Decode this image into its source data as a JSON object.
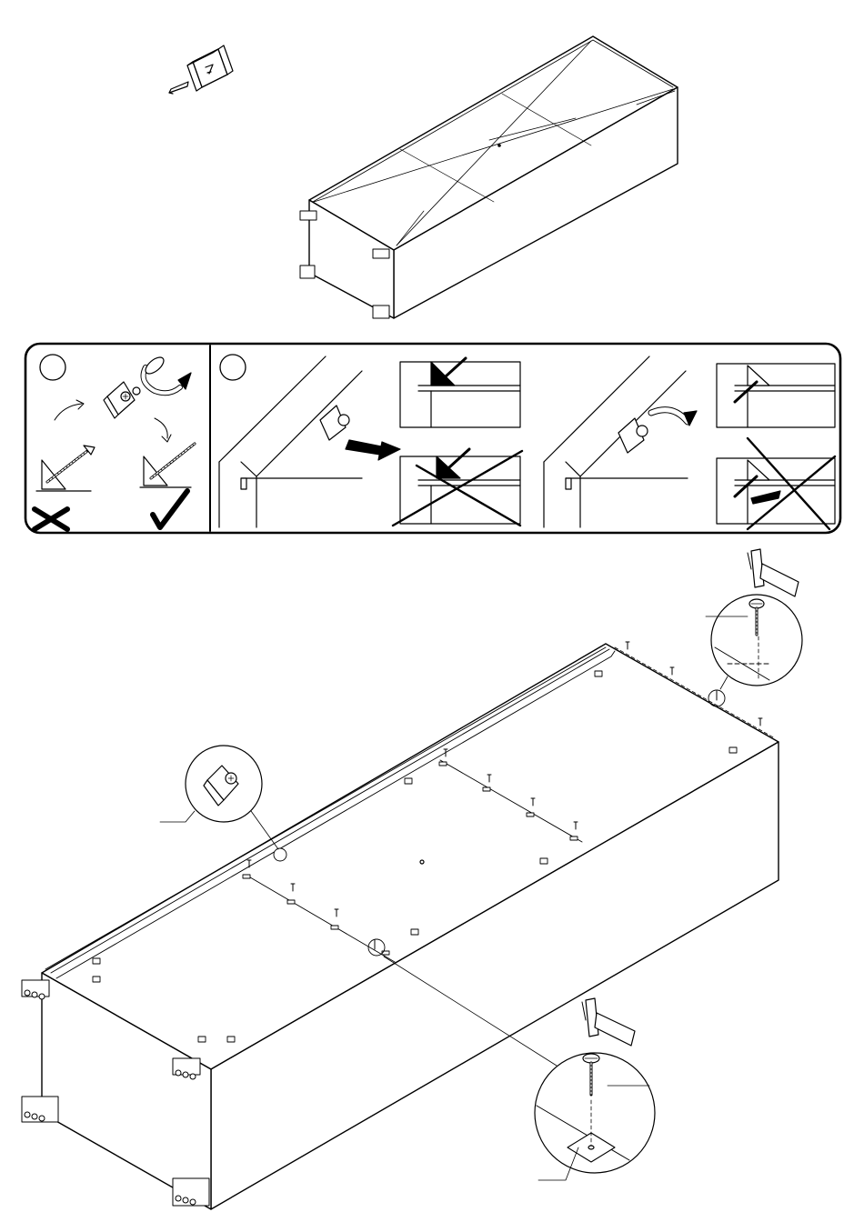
{
  "page": {
    "kind": "assembly-instruction-sheet",
    "line_color": "#000000",
    "panel_fill": "#ffffff",
    "arrow_fill": "#000000"
  },
  "top_section": {
    "tool": "tape-measure-icon",
    "assembly": "cabinet-diagonal-check"
  },
  "instruction_band": {
    "left_panel": {
      "step_marker": "",
      "wrong_mark": "cross-icon",
      "right_mark": "check-icon"
    },
    "right_panel": {
      "step_marker": "",
      "wrong_mark": "large-cross-icon"
    }
  },
  "bottom_section": {
    "tools": [
      "hammer-icon",
      "hammer-icon"
    ],
    "details": [
      "connector-detail",
      "nail-detail-top",
      "nail-detail-bottom"
    ]
  }
}
